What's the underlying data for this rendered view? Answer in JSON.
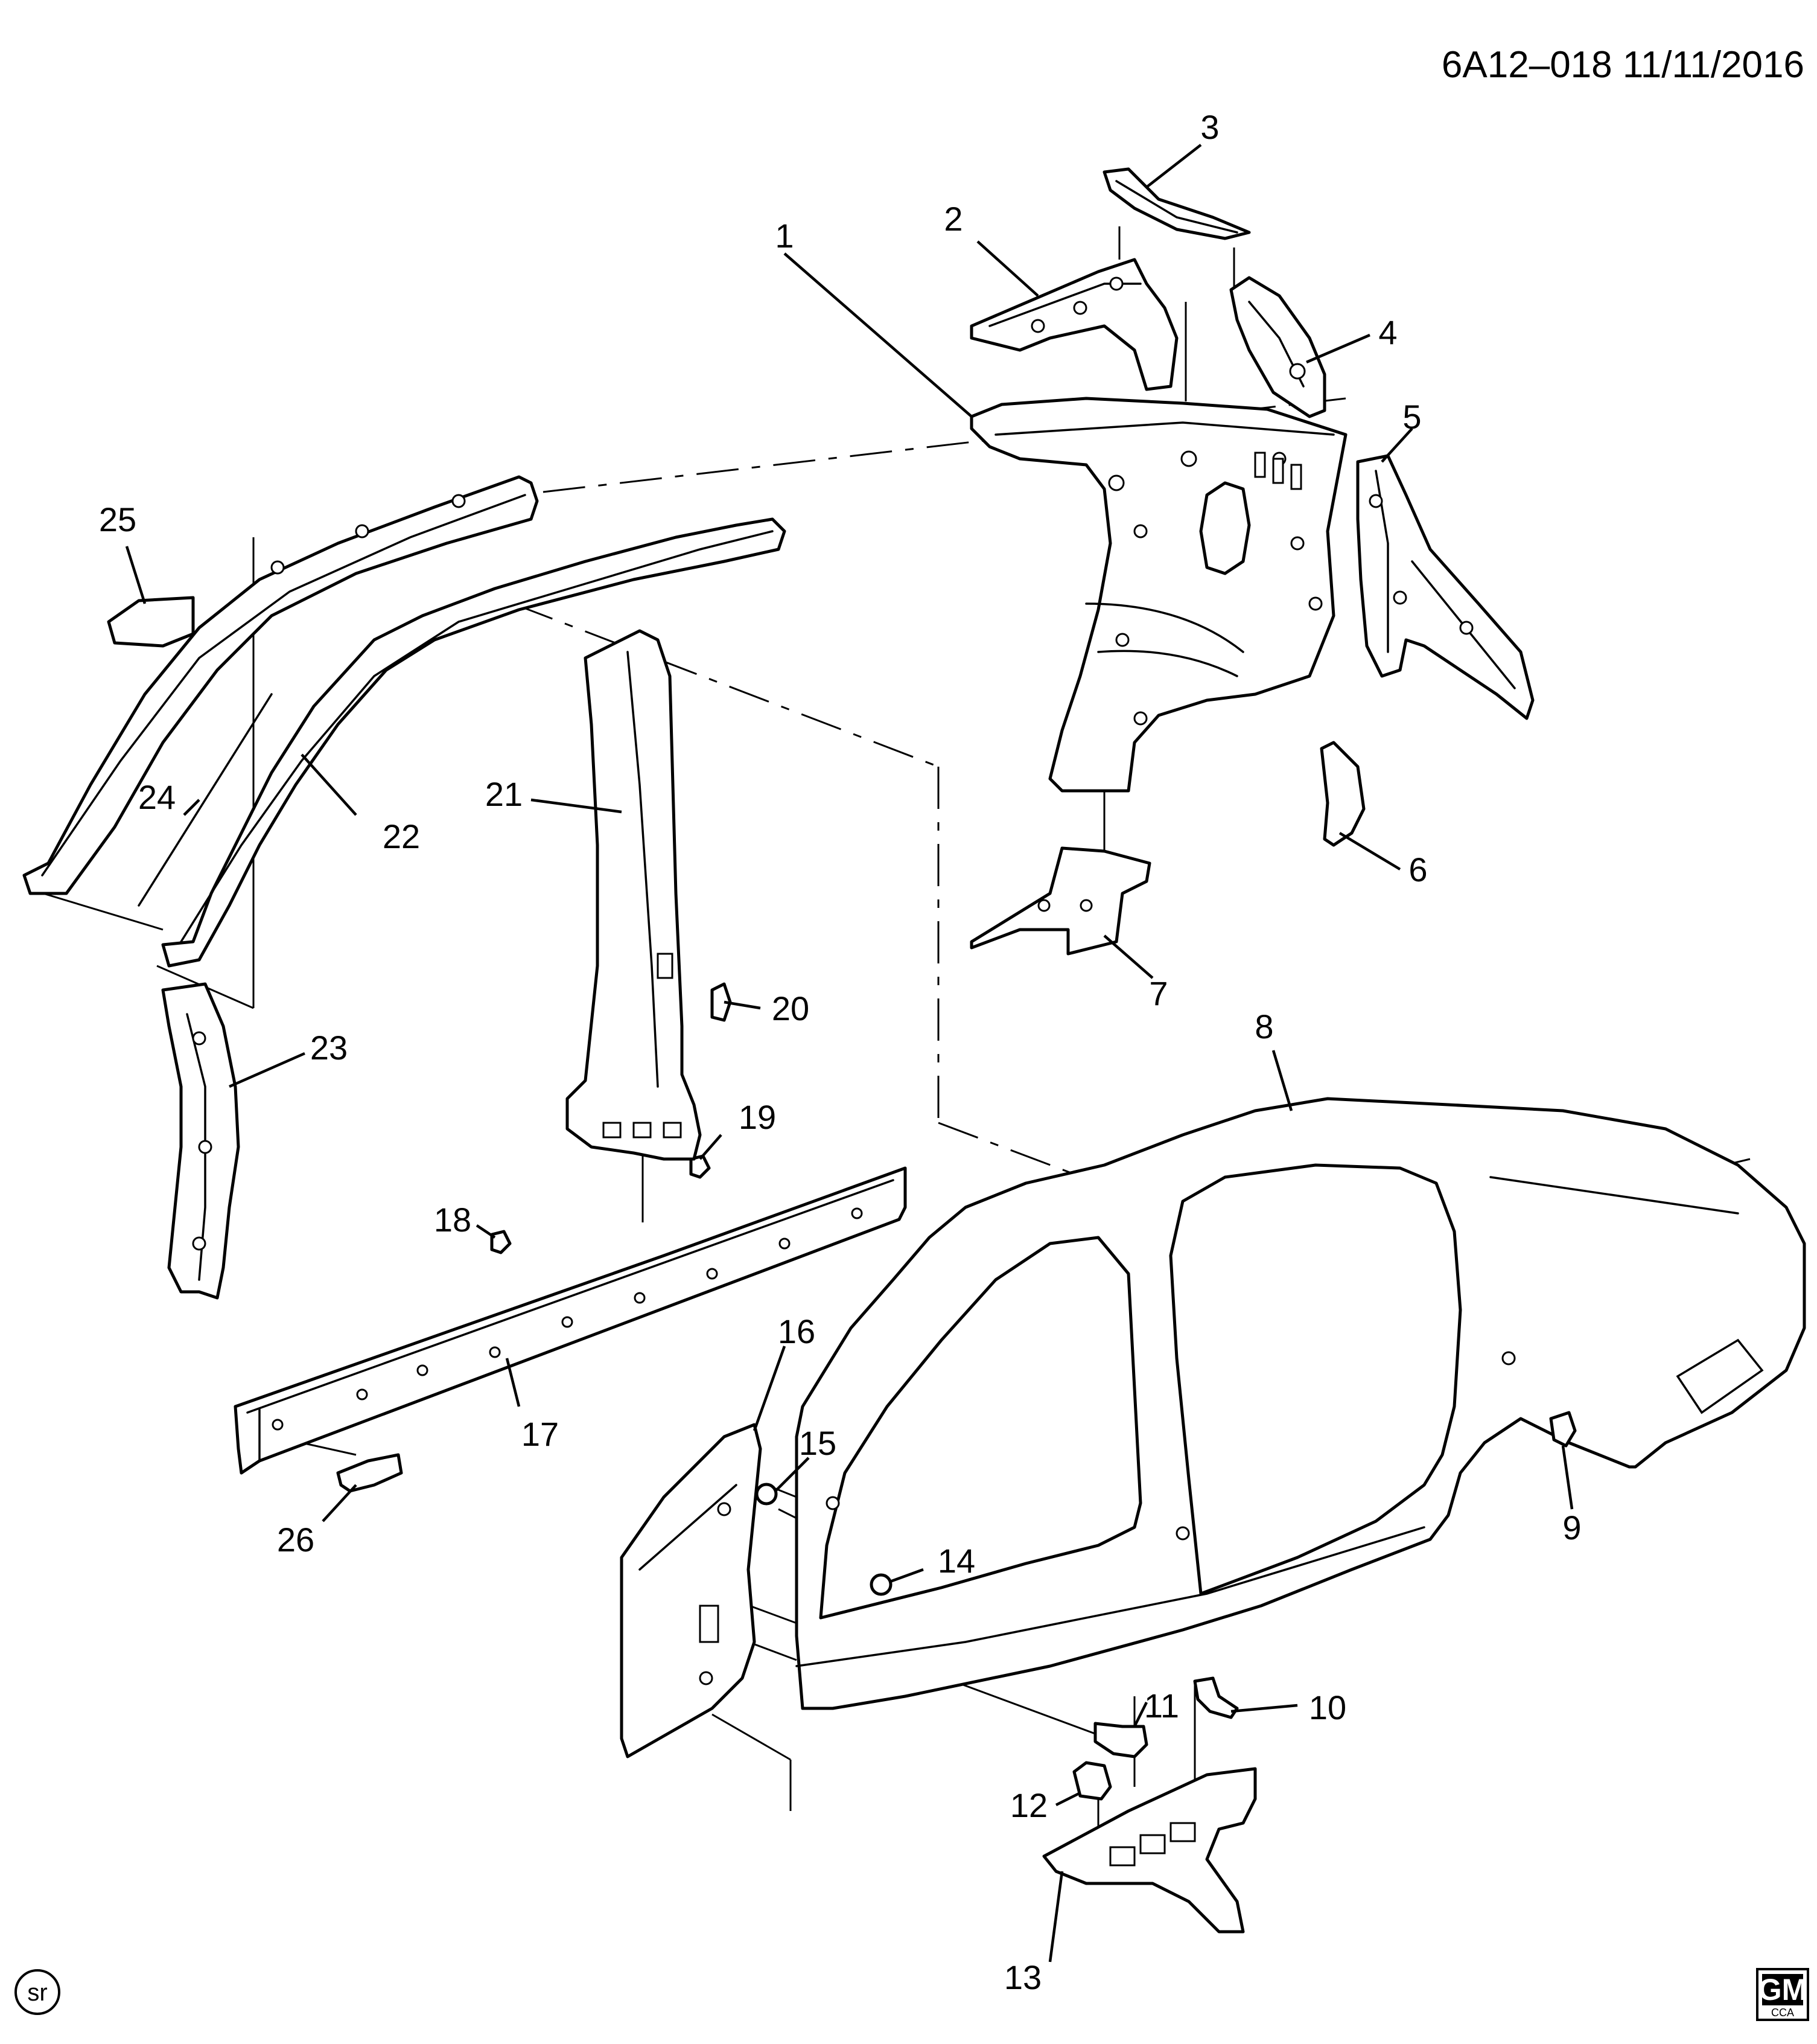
{
  "header": {
    "diagram_code": "6A12–018",
    "date": "11/11/2016"
  },
  "callouts": [
    "1",
    "2",
    "3",
    "4",
    "5",
    "6",
    "7",
    "8",
    "9",
    "10",
    "11",
    "12",
    "13",
    "14",
    "15",
    "16",
    "17",
    "18",
    "19",
    "20",
    "21",
    "22",
    "23",
    "24",
    "25",
    "26"
  ],
  "corner_mark": "sr",
  "logo": {
    "brand": "GM",
    "sub": "CCA"
  }
}
